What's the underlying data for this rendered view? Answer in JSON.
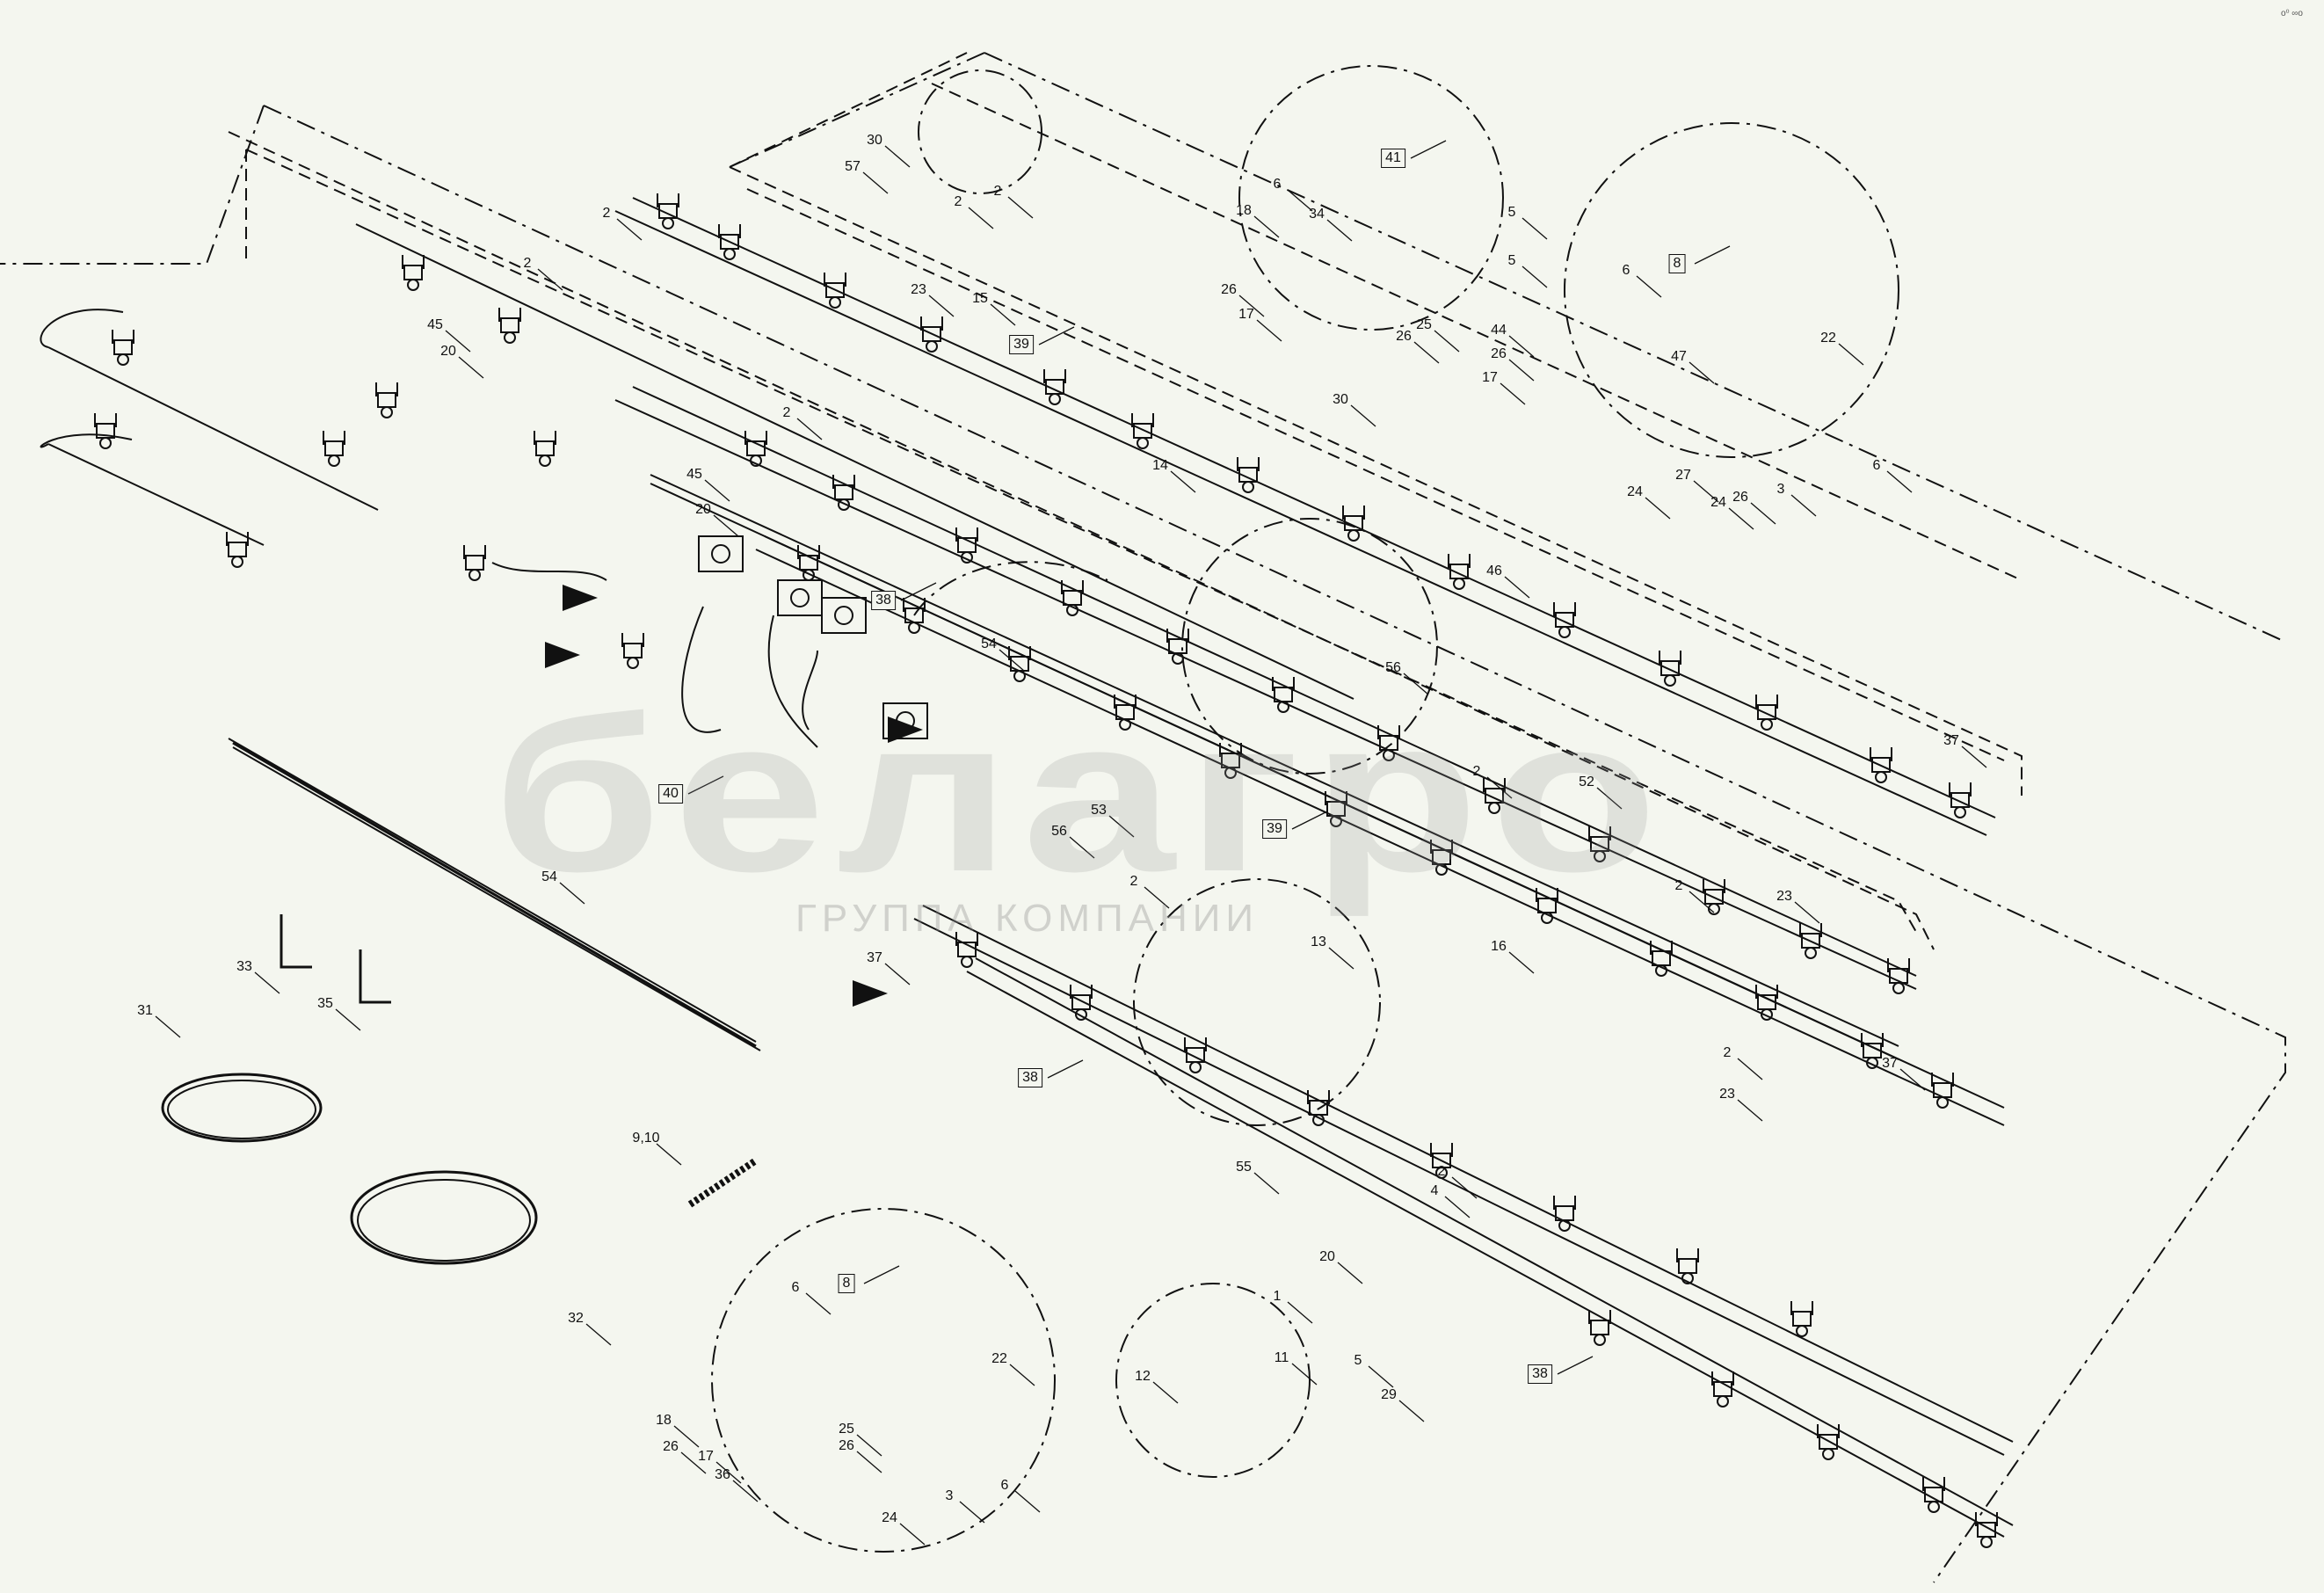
{
  "watermark": {
    "logo_text": "белагро",
    "subtitle": "ГРУППА КОМПАНИИ"
  },
  "corner_mark": "o⁰ ∞o",
  "labels": [
    {
      "id": "l1",
      "text": "2"
    },
    {
      "id": "l2",
      "text": "2"
    },
    {
      "id": "l3",
      "text": "45"
    },
    {
      "id": "l4",
      "text": "20"
    },
    {
      "id": "l5",
      "text": "30"
    },
    {
      "id": "l6",
      "text": "57"
    },
    {
      "id": "l7",
      "text": "2"
    },
    {
      "id": "l8",
      "text": "2"
    },
    {
      "id": "l9",
      "text": "23"
    },
    {
      "id": "l10",
      "text": "15"
    },
    {
      "id": "l11",
      "text": "30"
    },
    {
      "id": "l12",
      "text": "14"
    },
    {
      "id": "l13",
      "text": "2"
    },
    {
      "id": "l14",
      "text": "45"
    },
    {
      "id": "l15",
      "text": "20"
    },
    {
      "id": "l16",
      "text": "54"
    },
    {
      "id": "l17",
      "text": "56"
    },
    {
      "id": "l18",
      "text": "46"
    },
    {
      "id": "l19",
      "text": "37"
    },
    {
      "id": "l20",
      "text": "2"
    },
    {
      "id": "l21",
      "text": "52"
    },
    {
      "id": "l22",
      "text": "53"
    },
    {
      "id": "l23",
      "text": "56"
    },
    {
      "id": "l24",
      "text": "2"
    },
    {
      "id": "l25",
      "text": "2"
    },
    {
      "id": "l26",
      "text": "23"
    },
    {
      "id": "l27",
      "text": "16"
    },
    {
      "id": "l28",
      "text": "2"
    },
    {
      "id": "l29",
      "text": "23"
    },
    {
      "id": "l30",
      "text": "37"
    },
    {
      "id": "l31",
      "text": "54"
    },
    {
      "id": "l32",
      "text": "33"
    },
    {
      "id": "l33",
      "text": "35"
    },
    {
      "id": "l34",
      "text": "31"
    },
    {
      "id": "l35",
      "text": "37"
    },
    {
      "id": "l36",
      "text": "13"
    },
    {
      "id": "l37",
      "text": "55"
    },
    {
      "id": "l38",
      "text": "2"
    },
    {
      "id": "l39",
      "text": "4"
    },
    {
      "id": "l40",
      "text": "20"
    },
    {
      "id": "l41",
      "text": "9,10"
    },
    {
      "id": "l42",
      "text": "32"
    },
    {
      "id": "d1",
      "text": "6"
    },
    {
      "id": "d2",
      "text": "18"
    },
    {
      "id": "d3",
      "text": "34"
    },
    {
      "id": "d4",
      "text": "26"
    },
    {
      "id": "d5",
      "text": "17"
    },
    {
      "id": "d6",
      "text": "5"
    },
    {
      "id": "d7",
      "text": "5"
    },
    {
      "id": "d8",
      "text": "25"
    },
    {
      "id": "d9",
      "text": "26"
    },
    {
      "id": "e1",
      "text": "6"
    },
    {
      "id": "e2",
      "text": "44"
    },
    {
      "id": "e3",
      "text": "26"
    },
    {
      "id": "e4",
      "text": "17"
    },
    {
      "id": "e5",
      "text": "47"
    },
    {
      "id": "e6",
      "text": "22"
    },
    {
      "id": "e7",
      "text": "27"
    },
    {
      "id": "e8",
      "text": "24"
    },
    {
      "id": "e9",
      "text": "24"
    },
    {
      "id": "e10",
      "text": "26"
    },
    {
      "id": "e11",
      "text": "3"
    },
    {
      "id": "e12",
      "text": "6"
    },
    {
      "id": "f1",
      "text": "6"
    },
    {
      "id": "f2",
      "text": "22"
    },
    {
      "id": "f3",
      "text": "18"
    },
    {
      "id": "f4",
      "text": "26"
    },
    {
      "id": "f5",
      "text": "17"
    },
    {
      "id": "f6",
      "text": "36"
    },
    {
      "id": "f7",
      "text": "25"
    },
    {
      "id": "f8",
      "text": "26"
    },
    {
      "id": "f9",
      "text": "24"
    },
    {
      "id": "f10",
      "text": "3"
    },
    {
      "id": "f11",
      "text": "6"
    },
    {
      "id": "g1",
      "text": "1"
    },
    {
      "id": "g2",
      "text": "12"
    },
    {
      "id": "g3",
      "text": "11"
    },
    {
      "id": "g4",
      "text": "5"
    },
    {
      "id": "g5",
      "text": "29"
    }
  ],
  "boxed_labels": [
    {
      "id": "b1",
      "text": "41"
    },
    {
      "id": "b2",
      "text": "8"
    },
    {
      "id": "b3",
      "text": "39"
    },
    {
      "id": "b4",
      "text": "38"
    },
    {
      "id": "b5",
      "text": "40"
    },
    {
      "id": "b6",
      "text": "39"
    },
    {
      "id": "b7",
      "text": "38"
    },
    {
      "id": "b8",
      "text": "8"
    },
    {
      "id": "b9",
      "text": "38"
    }
  ]
}
